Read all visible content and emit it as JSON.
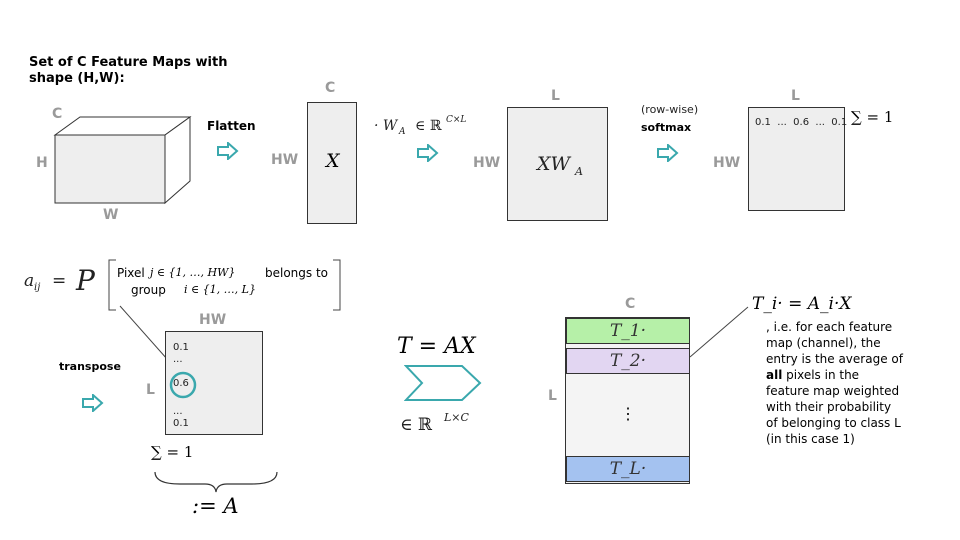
{
  "title": "Set of C Feature Maps with shape (H,W):",
  "cube": {
    "c": "C",
    "h": "H",
    "w": "W"
  },
  "step_flatten": {
    "label": "Flatten"
  },
  "matrix_x": {
    "top": "C",
    "left": "HW",
    "symbol": "X"
  },
  "step_wa": {
    "text": "· W_A ∈ ℝ^{C×L}"
  },
  "matrix_xwa": {
    "top": "L",
    "left": "HW",
    "symbol": "XW_A"
  },
  "step_softmax": {
    "line1": "(row-wise)",
    "line2": "softmax"
  },
  "matrix_soft": {
    "top": "L",
    "left": "HW",
    "row_values": "0.1  ...  0.6  ...  0.1",
    "sum_text": "∑ = 1"
  },
  "aij": {
    "lhs": "a_ij = P",
    "line1_a": "Pixel",
    "line1_math": "j ∈ {1, …, HW}",
    "line1_b": "belongs to",
    "line2_a": "group",
    "line2_math": "i ∈ {1, …, L}"
  },
  "transpose": {
    "label": "transpose"
  },
  "matrix_a": {
    "top": "HW",
    "left": "L",
    "values": [
      "0.1",
      "...",
      "0.6",
      "...",
      "0.1"
    ],
    "sum_text": "∑ = 1",
    "define_text": ":= A"
  },
  "equation_t": {
    "eq": "T = AX",
    "domain": "∈ ℝ^{L×C}"
  },
  "matrix_t": {
    "top": "C",
    "left": "L",
    "rows": [
      "T_1·",
      "T_2·",
      "⋮",
      "T_L·"
    ]
  },
  "explanation": {
    "formula": "T_i· = A_i·X",
    "line1": ", i.e. for each feature",
    "line2": "map (channel), the",
    "line3": "entry is the average of",
    "line4_bold": "all",
    "line4_rest": " pixels in the",
    "line5": "feature map weighted",
    "line6": "with their probability",
    "line7": "of belonging to class L",
    "line8": "(in this case 1)"
  },
  "colors": {
    "arrow": "#3aa8ad",
    "row1": "#b6f0a8",
    "row2": "#e2d6f2",
    "rowL": "#a4c2f0",
    "box": "#eeeeee",
    "gray": "#9a9a9a"
  }
}
